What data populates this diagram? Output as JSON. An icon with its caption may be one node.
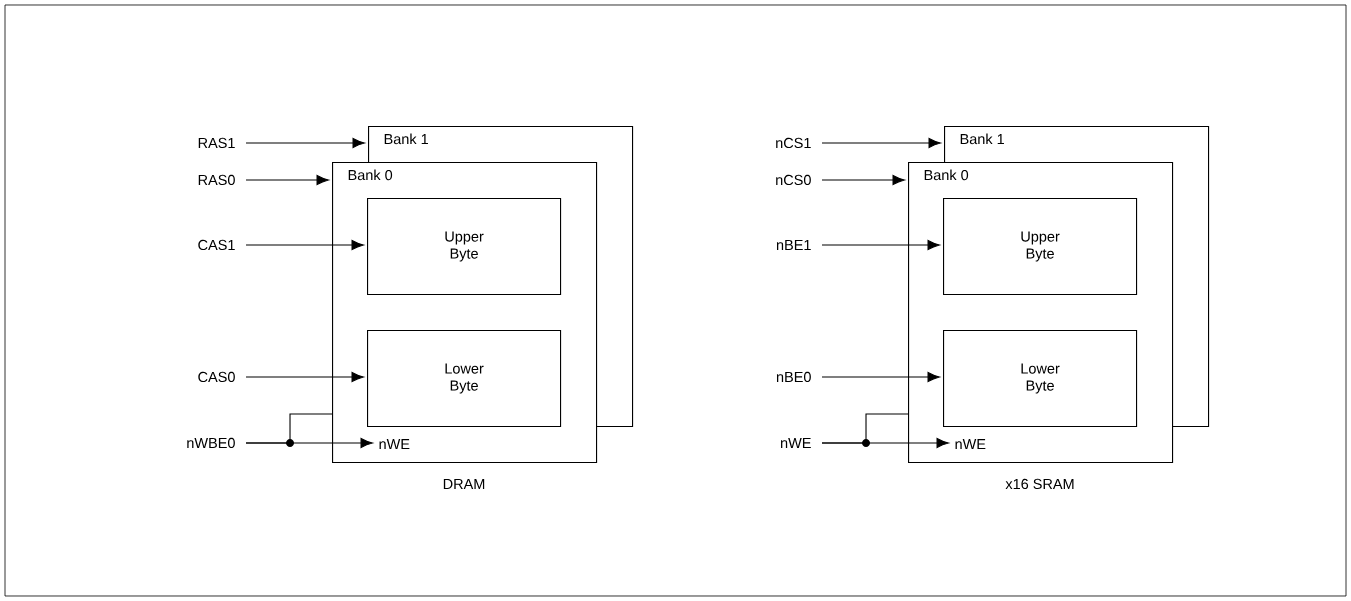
{
  "diagram": {
    "nodes": [
      {
        "text": [
          "Bank 1"
        ]
      },
      {
        "text": [
          "Bank 0"
        ],
        "beside": [
          "DRAM"
        ]
      },
      {
        "text": [
          "Upper Byte"
        ]
      },
      {
        "text": [
          "Lower Byte"
        ]
      },
      {
        "text": [
          "nWE"
        ],
        "in": 1
      },
      {
        "text": [
          "RAS1"
        ]
      },
      {
        "text": [
          "RAS0"
        ]
      },
      {
        "text": [
          "CAS1"
        ]
      },
      {
        "text": [
          "CAS0"
        ]
      },
      {
        "text": [
          "nWBE0"
        ]
      },
      {
        "text": [
          "Bank 1"
        ]
      },
      {
        "text": [
          "Bank 0"
        ],
        "beside": [
          "x16 SRAM"
        ]
      },
      {
        "text": [
          "Upper Byte"
        ]
      },
      {
        "text": [
          "Lower Byte"
        ]
      },
      {
        "text": [
          "nWE"
        ],
        "in": 11
      },
      {
        "text": [
          "nCS1"
        ]
      },
      {
        "text": [
          "nCS0"
        ]
      },
      {
        "text": [
          "nBE1"
        ]
      },
      {
        "text": [
          "nBE0"
        ]
      },
      {
        "text": [
          "nWE"
        ]
      }
    ],
    "edges": [
      {
        "from": 5,
        "to": 0,
        "arrow": "to"
      },
      {
        "from": 6,
        "to": 1,
        "arrow": "to"
      },
      {
        "from": 7,
        "to": 2,
        "arrow": "to"
      },
      {
        "from": 8,
        "to": 3,
        "arrow": "to"
      },
      {
        "from": 9,
        "to": 4,
        "arrow": "to"
      },
      {
        "from": 9,
        "to": 1,
        "arrow": "none"
      },
      {
        "from": 15,
        "to": 10,
        "arrow": "to"
      },
      {
        "from": 16,
        "to": 11,
        "arrow": "to"
      },
      {
        "from": 17,
        "to": 12,
        "arrow": "to"
      },
      {
        "from": 18,
        "to": 13,
        "arrow": "to"
      },
      {
        "from": 19,
        "to": 14,
        "arrow": "to"
      },
      {
        "from": 19,
        "to": 11,
        "arrow": "none"
      }
    ]
  }
}
